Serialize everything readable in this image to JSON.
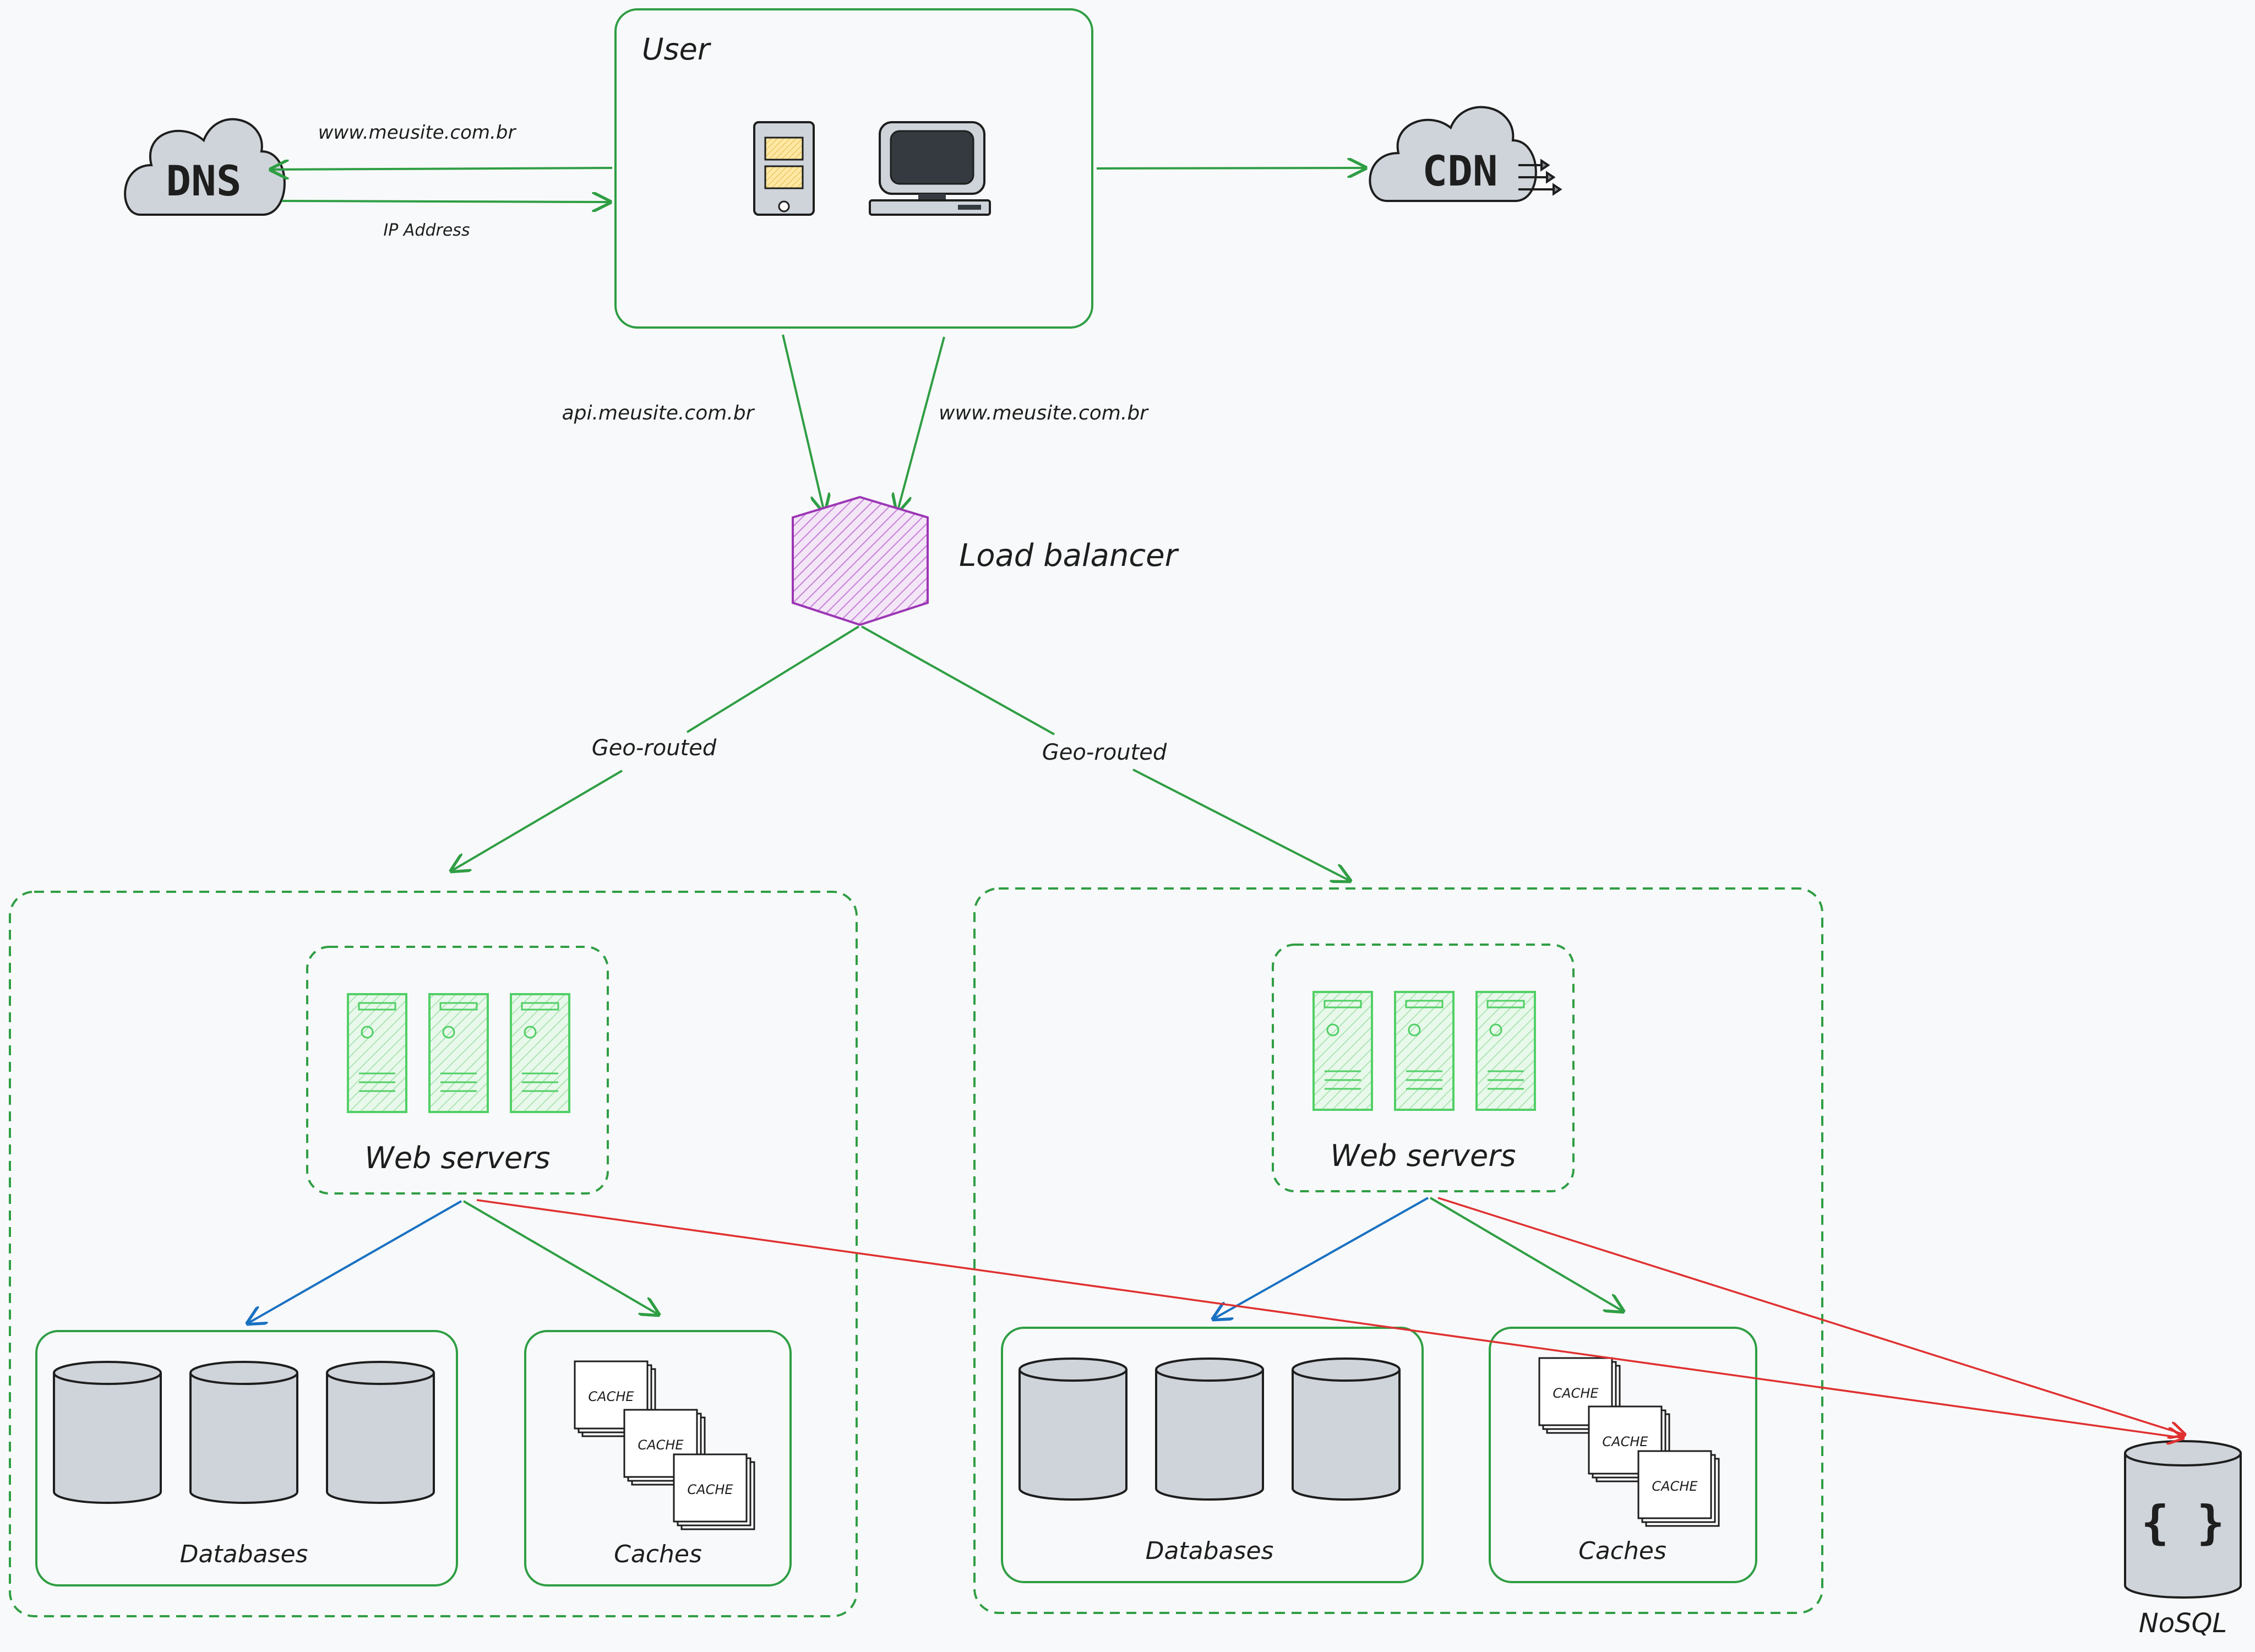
{
  "nodes": {
    "user": {
      "label": "User"
    },
    "dns": {
      "label": "DNS"
    },
    "cdn": {
      "label": "CDN"
    },
    "load_balancer": {
      "label": "Load balancer"
    },
    "nosql": {
      "label": "NoSQL",
      "glyph": "{ }"
    }
  },
  "edges": {
    "user_to_dns": {
      "label": "www.meusite.com.br"
    },
    "dns_to_user": {
      "label": "IP Address"
    },
    "user_to_lb_api": {
      "label": "api.meusite.com.br"
    },
    "user_to_lb_www": {
      "label": "www.meusite.com.br"
    },
    "lb_to_left": {
      "label": "Geo-routed"
    },
    "lb_to_right": {
      "label": "Geo-routed"
    }
  },
  "clusters": [
    {
      "web_servers_label": "Web servers",
      "databases_label": "Databases",
      "caches_label": "Caches",
      "cache_tag": "CACHE"
    },
    {
      "web_servers_label": "Web servers",
      "databases_label": "Databases",
      "caches_label": "Caches",
      "cache_tag": "CACHE"
    }
  ],
  "colors": {
    "green": "#2f9e44",
    "blue": "#1971c2",
    "red": "#e03131",
    "purple": "#9c36b5",
    "gray_fill": "#ced4da",
    "light_green_fill": "#d3f9d8",
    "stroke": "#1e1e1e"
  }
}
